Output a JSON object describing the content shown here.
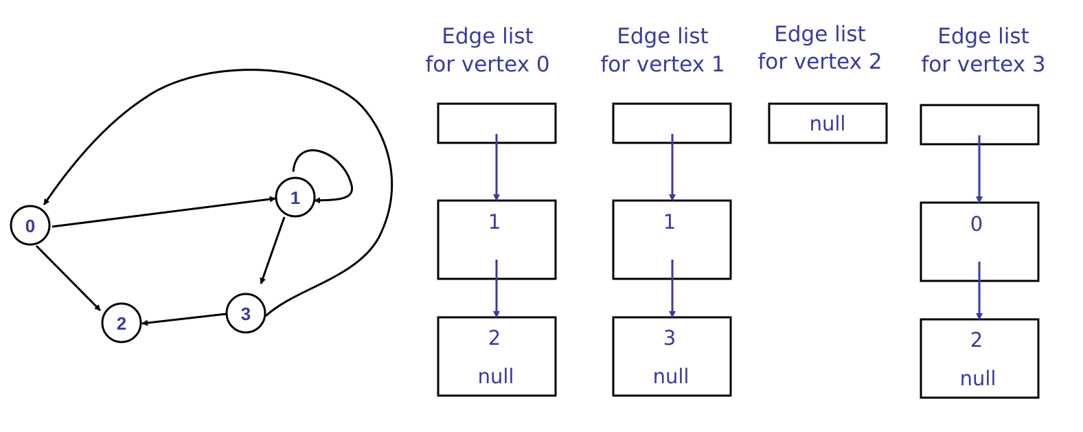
{
  "colors": {
    "text": "#3a3aa0",
    "pointer": "#3a3aa0",
    "graph_line": "#000000",
    "box_border": "#000000"
  },
  "graph": {
    "nodes": [
      {
        "id": "node-0",
        "label": "0"
      },
      {
        "id": "node-1",
        "label": "1"
      },
      {
        "id": "node-2",
        "label": "2"
      },
      {
        "id": "node-3",
        "label": "3"
      }
    ],
    "edges": [
      {
        "from": "0",
        "to": "1"
      },
      {
        "from": "0",
        "to": "2"
      },
      {
        "from": "1",
        "to": "1"
      },
      {
        "from": "1",
        "to": "3"
      },
      {
        "from": "3",
        "to": "2"
      },
      {
        "from": "3",
        "to": "0"
      }
    ]
  },
  "edge_lists": [
    {
      "header_line1": "Edge list",
      "header_line2": "for vertex 0",
      "head": "",
      "nodes": [
        {
          "value": "1",
          "next": ""
        },
        {
          "value": "2",
          "next": "null"
        }
      ]
    },
    {
      "header_line1": "Edge list",
      "header_line2": "for vertex 1",
      "head": "",
      "nodes": [
        {
          "value": "1",
          "next": ""
        },
        {
          "value": "3",
          "next": "null"
        }
      ]
    },
    {
      "header_line1": "Edge list",
      "header_line2": "for vertex 2",
      "head": "null",
      "nodes": []
    },
    {
      "header_line1": "Edge list",
      "header_line2": "for vertex 3",
      "head": "",
      "nodes": [
        {
          "value": "0",
          "next": ""
        },
        {
          "value": "2",
          "next": "null"
        }
      ]
    }
  ]
}
